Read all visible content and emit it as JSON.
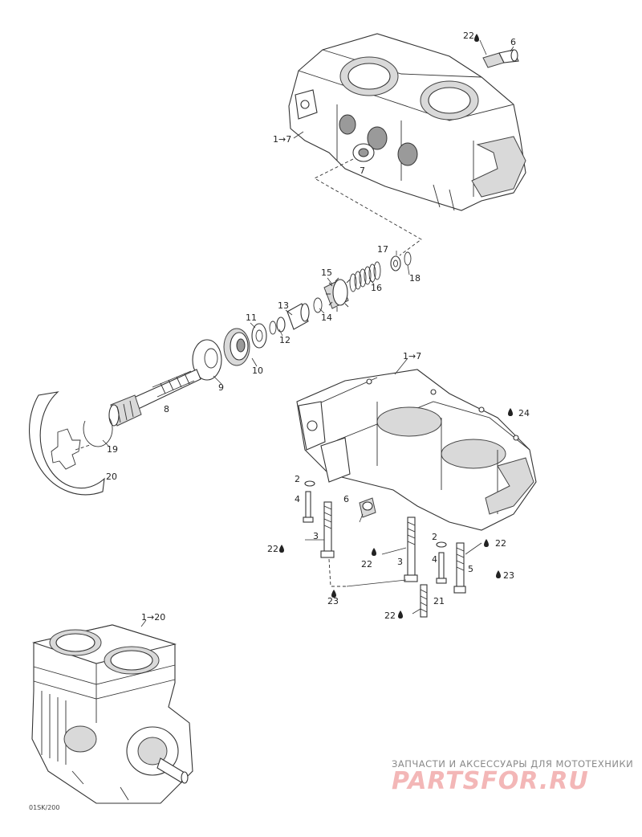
{
  "callouts": {
    "c22a": "22",
    "c6a": "6",
    "c1to7a": "1→7",
    "c7": "7",
    "c17": "17",
    "c18": "18",
    "c16": "16",
    "c15": "15",
    "c14": "14",
    "c13": "13",
    "c12": "12",
    "c11": "11",
    "c10": "10",
    "c9": "9",
    "c8": "8",
    "c19": "19",
    "c20": "20",
    "c1to7b": "1→7",
    "c24": "24",
    "c2a": "2",
    "c4a": "4",
    "c6b": "6",
    "c3a": "3",
    "c22b": "22",
    "c22c": "22",
    "c3b": "3",
    "c2b": "2",
    "c4b": "4",
    "c22d": "22",
    "c5": "5",
    "c23a": "23",
    "c23b": "23",
    "c21": "21",
    "c22e": "22",
    "c1to20": "1→20"
  },
  "watermark": {
    "subtitle": "ЗАПЧАСТИ И АКСЕССУАРЫ ДЛЯ МОТОТЕХНИКИ",
    "logo": "PARTSFOR.RU"
  },
  "diagram_code": "01SK/200",
  "icons": {
    "drop": "sealant-drop-icon"
  }
}
